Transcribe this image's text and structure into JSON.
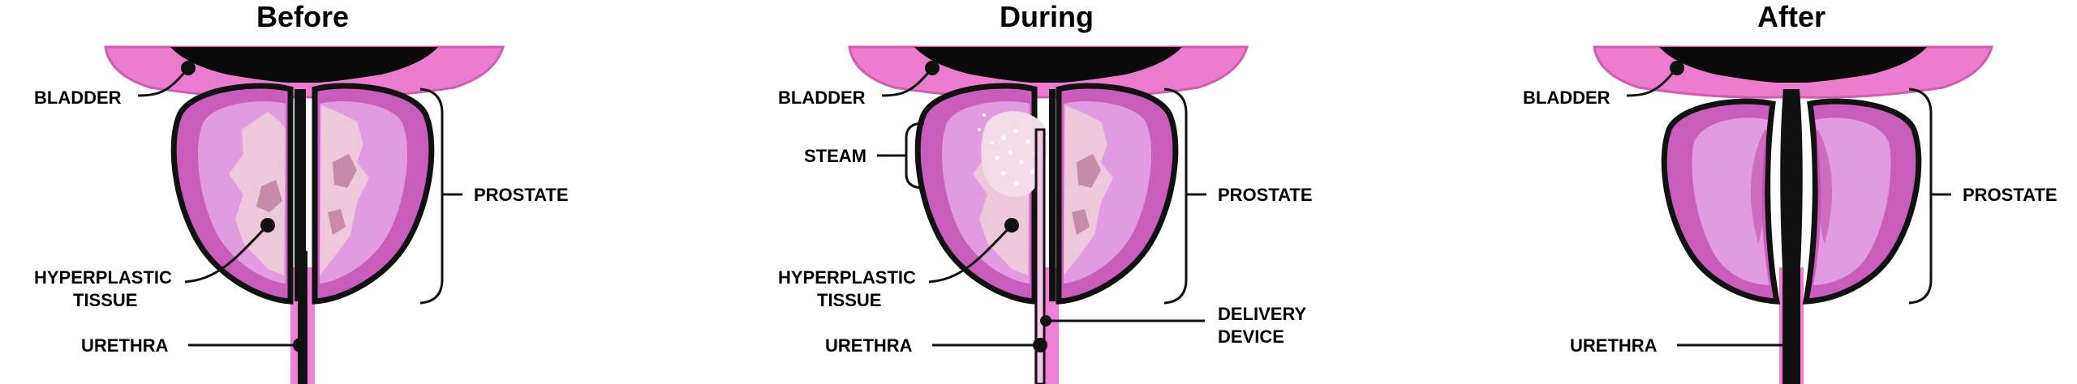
{
  "panels": [
    {
      "title": "Before",
      "labels": {
        "bladder": "BLADDER",
        "hyperplastic": [
          "HYPERPLASTIC",
          "TISSUE"
        ],
        "urethra": "URETHRA",
        "prostate": "PROSTATE"
      }
    },
    {
      "title": "During",
      "labels": {
        "bladder": "BLADDER",
        "steam": "STEAM",
        "hyperplastic": [
          "HYPERPLASTIC",
          "TISSUE"
        ],
        "urethra": "URETHRA",
        "prostate": "PROSTATE",
        "device": [
          "DELIVERY",
          "DEVICE"
        ]
      }
    },
    {
      "title": "After",
      "labels": {
        "bladder": "BLADDER",
        "urethra": "URETHRA",
        "prostate": "PROSTATE"
      }
    }
  ],
  "colors": {
    "bladder_wall": "#ec7ccd",
    "prostate_outer": "#c95dbb",
    "prostate_inner": "#e6a1df",
    "tissue": "#ecc8da",
    "tissue_dark": "#c78aa9",
    "outline": "#111111"
  }
}
